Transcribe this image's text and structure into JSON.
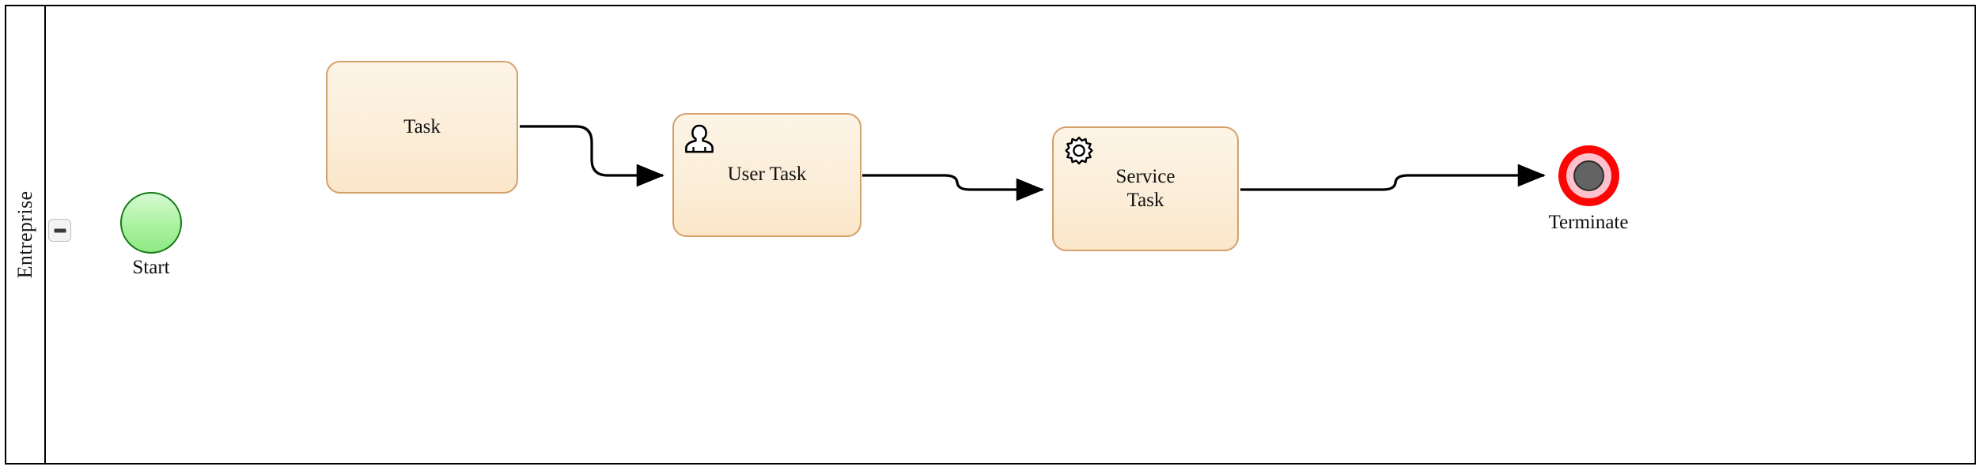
{
  "pool": {
    "lane_label": "Entreprise",
    "collapse_button_icon": "minus-icon",
    "border_color": "#000000"
  },
  "diagram": {
    "type": "bpmn-process",
    "colors": {
      "task_fill_top": "#fdf4e6",
      "task_fill_bottom": "#fbe6c9",
      "task_border": "#d3a06a",
      "start_fill_top": "#d6f9d2",
      "start_fill_bottom": "#8fe984",
      "start_border": "#137a13",
      "terminate_ring": "#fb0505",
      "terminate_mid": "#ffc2cc",
      "terminate_core": "#636363",
      "connector": "#000000"
    },
    "nodes": [
      {
        "id": "start",
        "kind": "start-event",
        "label": "Start",
        "label_position": "below"
      },
      {
        "id": "task",
        "kind": "task",
        "label": "Task",
        "icon": null
      },
      {
        "id": "user-task",
        "kind": "user-task",
        "label": "User Task",
        "icon": "user-icon"
      },
      {
        "id": "service-task",
        "kind": "service-task",
        "label": "Service\nTask",
        "icon": "gear-icon"
      },
      {
        "id": "terminate",
        "kind": "terminate-end-event",
        "label": "Terminate",
        "label_position": "below"
      }
    ],
    "flows": [
      {
        "id": "flow-task-user",
        "from": "task",
        "to": "user-task"
      },
      {
        "id": "flow-user-service",
        "from": "user-task",
        "to": "service-task"
      },
      {
        "id": "flow-service-terminate",
        "from": "service-task",
        "to": "terminate"
      }
    ]
  }
}
